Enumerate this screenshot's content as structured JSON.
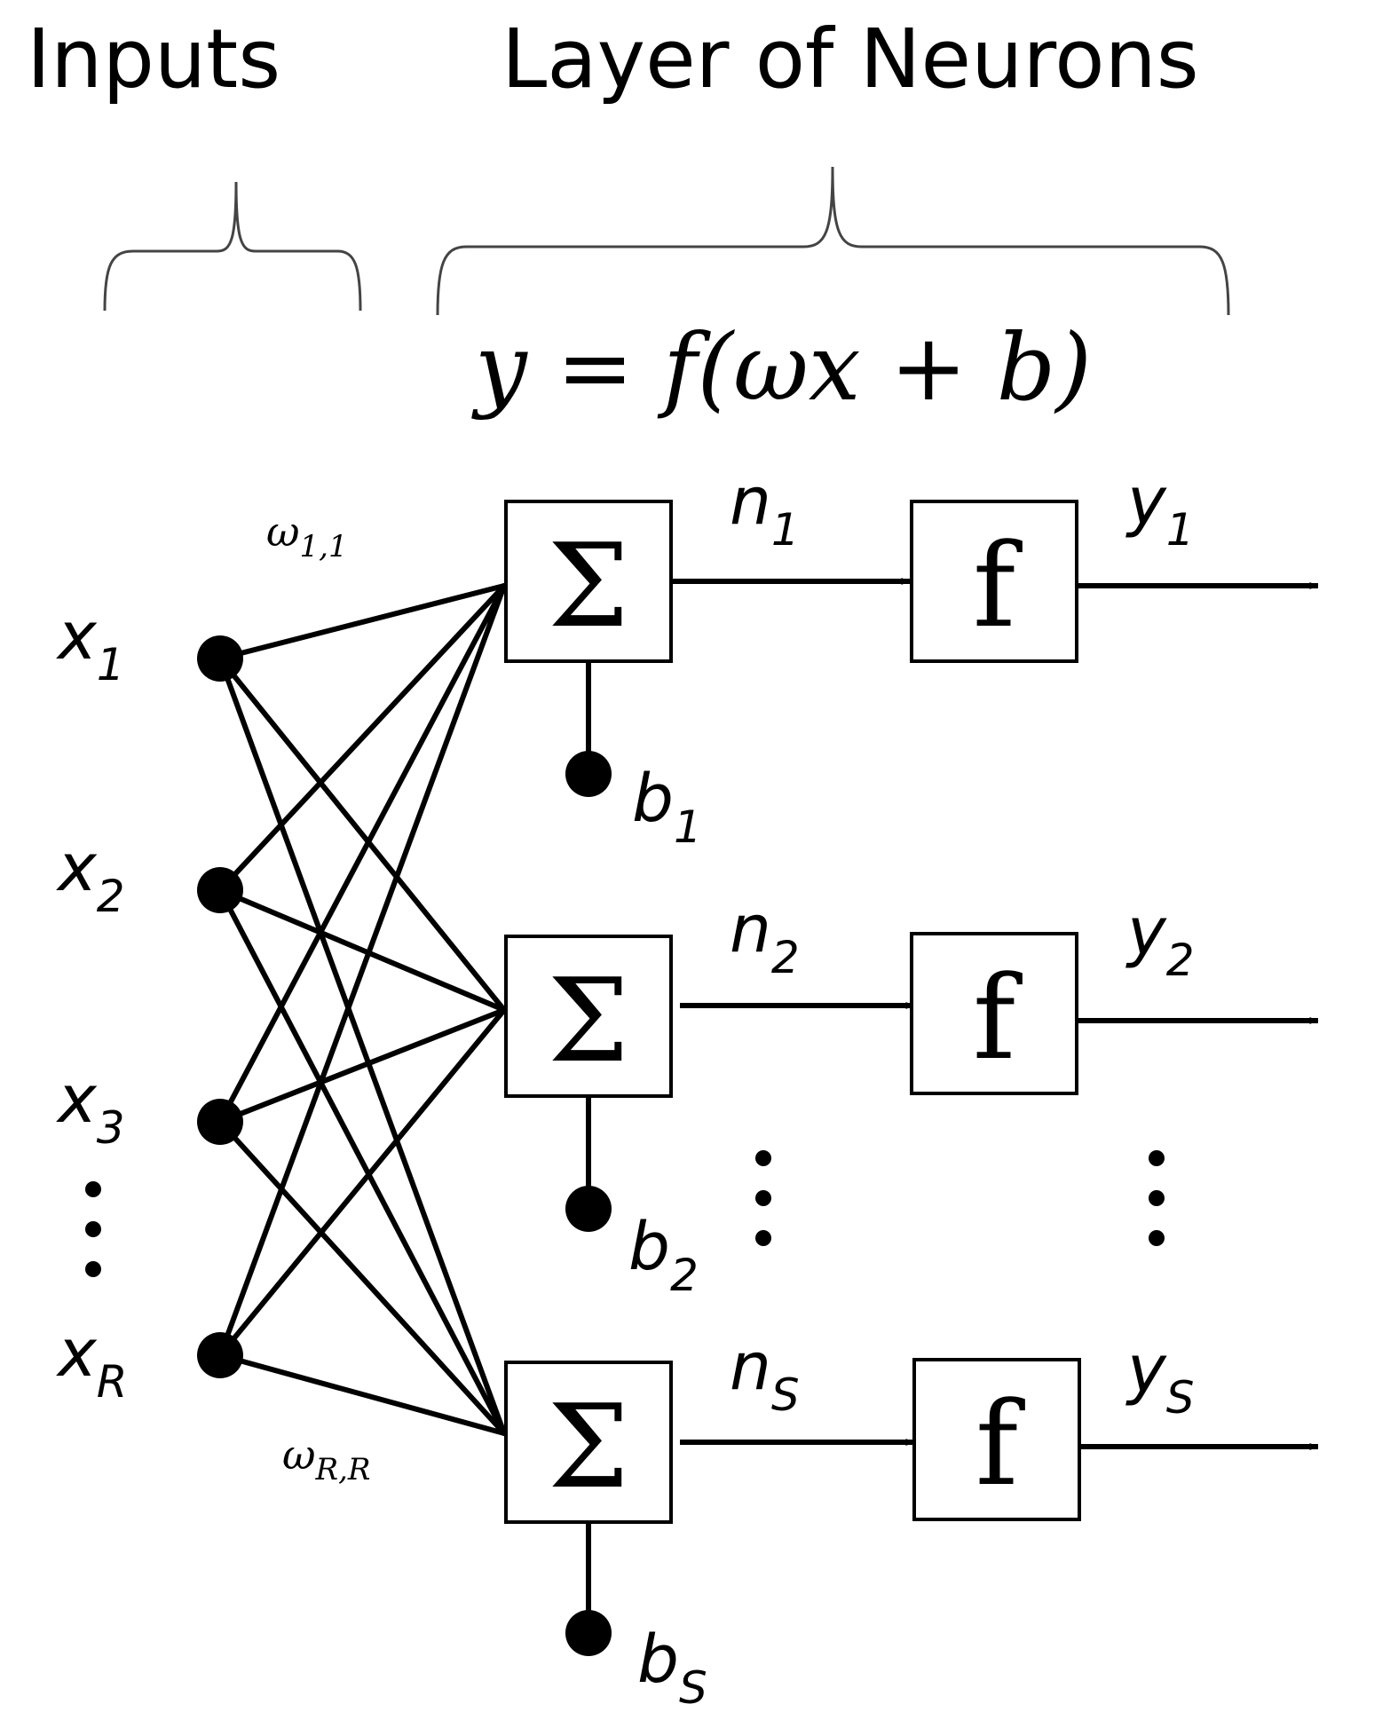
{
  "headers": {
    "inputs": "Inputs",
    "layer": "Layer of Neurons"
  },
  "equation": "y = f(ωx + b)",
  "inputs": [
    {
      "base": "x",
      "sub": "1"
    },
    {
      "base": "x",
      "sub": "2"
    },
    {
      "base": "x",
      "sub": "3"
    },
    {
      "base": "x",
      "sub": "R"
    }
  ],
  "weights": {
    "first": {
      "base": "ω",
      "sub": "1,1"
    },
    "last": {
      "base": "ω",
      "sub": "R,R"
    }
  },
  "neurons": [
    {
      "sum_symbol": "Σ",
      "func_symbol": "f",
      "n": {
        "base": "n",
        "sub": "1"
      },
      "y": {
        "base": "y",
        "sub": "1"
      },
      "b": {
        "base": "b",
        "sub": "1"
      }
    },
    {
      "sum_symbol": "Σ",
      "func_symbol": "f",
      "n": {
        "base": "n",
        "sub": "2"
      },
      "y": {
        "base": "y",
        "sub": "2"
      },
      "b": {
        "base": "b",
        "sub": "2"
      }
    },
    {
      "sum_symbol": "Σ",
      "func_symbol": "f",
      "n": {
        "base": "n",
        "sub": "S"
      },
      "y": {
        "base": "y",
        "sub": "S"
      },
      "b": {
        "base": "b",
        "sub": "S"
      }
    }
  ]
}
